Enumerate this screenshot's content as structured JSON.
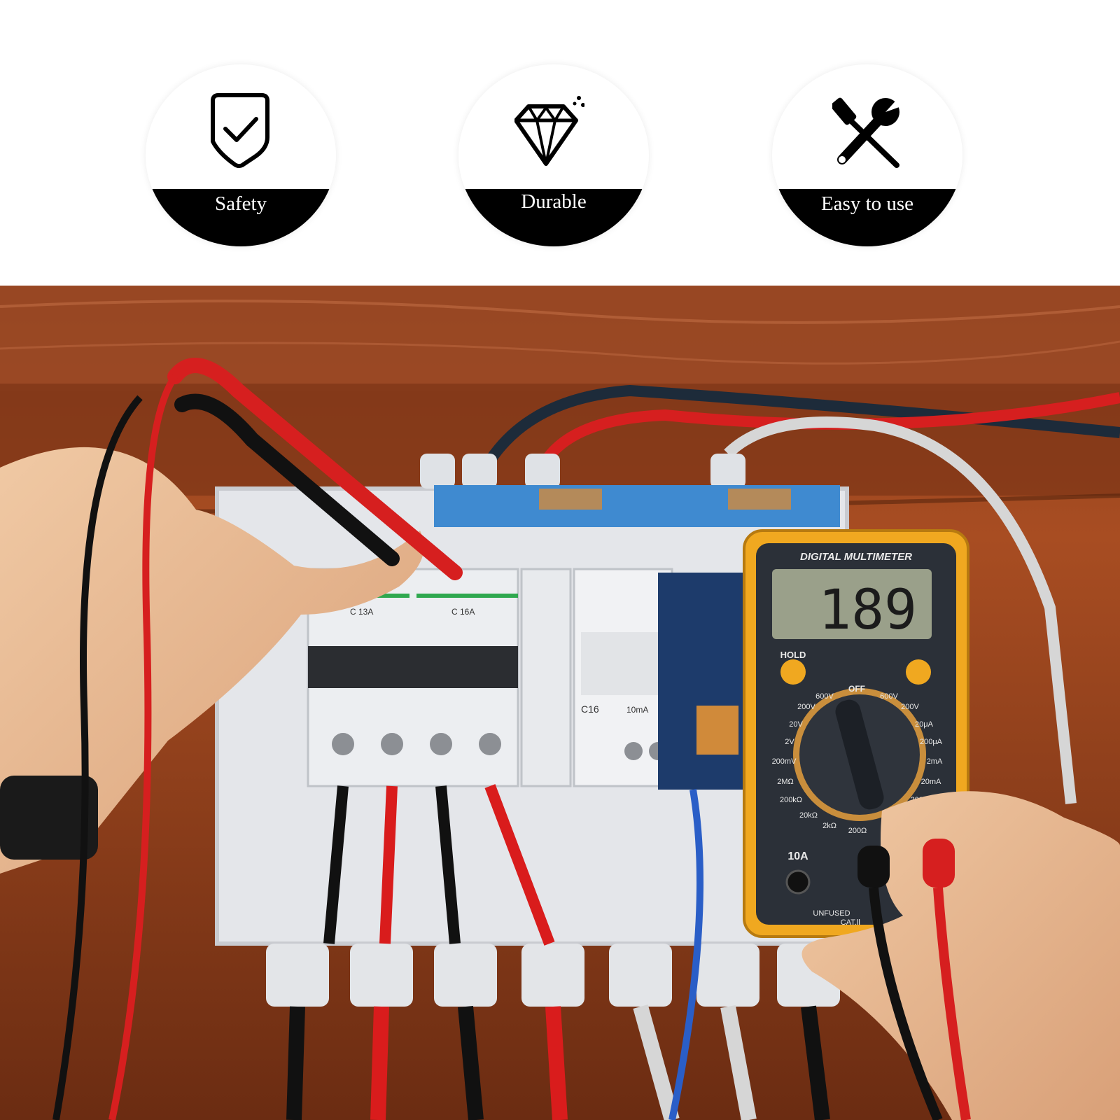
{
  "features": [
    {
      "label": "Safety",
      "icon": "shield-check-icon"
    },
    {
      "label": "Durable",
      "icon": "diamond-icon"
    },
    {
      "label": "Easy to use",
      "icon": "screwdriver-wrench-icon"
    }
  ],
  "photo": {
    "meter_brand_text": "DIGITAL MULTIMETER",
    "meter_reading": "189",
    "hold_label": "HOLD",
    "off_label": "OFF",
    "range_labels": [
      "600V",
      "200V",
      "20V",
      "2V",
      "200mV",
      "2MΩ",
      "200kΩ",
      "20kΩ",
      "2kΩ",
      "200Ω",
      "600V",
      "200V",
      "20μA",
      "200μA",
      "2mA",
      "20mA",
      "200mA"
    ],
    "jack_10a_label": "10A",
    "cat_label": "CAT.Ⅱ",
    "unfused_label": "UNFUSED",
    "breaker_labels": [
      "C 13A",
      "C 16A",
      "C16",
      "10mA"
    ]
  }
}
